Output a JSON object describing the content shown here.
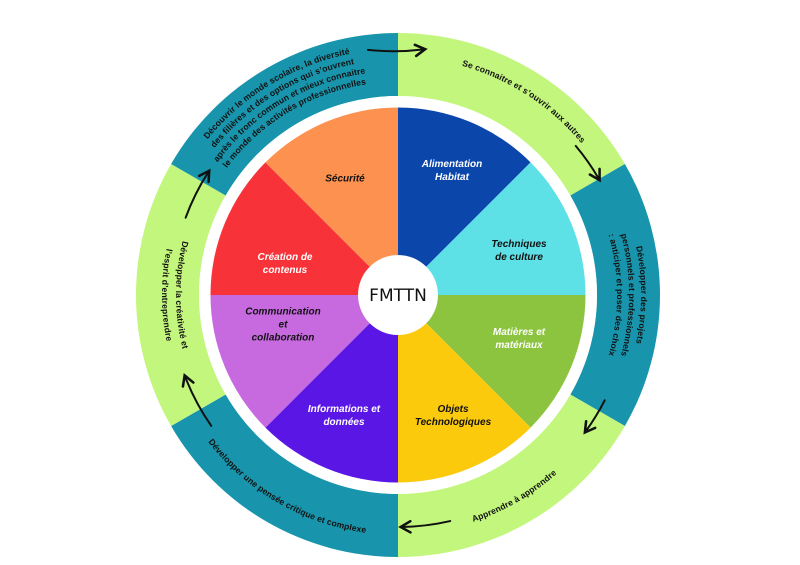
{
  "diagram": {
    "center_label": "FMTTN",
    "colors": {
      "ring_teal": "#1895ac",
      "ring_green": "#c3f67c",
      "arrow": "#111111",
      "center_fill": "#ffffff"
    },
    "outer_ring": [
      {
        "color": "#c3f67c",
        "lines": [
          "Se connaitre et s’ouvrir aux autres"
        ]
      },
      {
        "color": "#1895ac",
        "lines": [
          "Développer des projets",
          "personnels et professionnels",
          ": anticiper et poser des choix"
        ]
      },
      {
        "color": "#c3f67c",
        "lines": [
          "Apprendre à apprendre"
        ]
      },
      {
        "color": "#1895ac",
        "lines": [
          "Développer une pensée critique et complexe"
        ]
      },
      {
        "color": "#c3f67c",
        "lines": [
          "Développer la créativité et",
          "l’esprit d’entreprendre"
        ]
      },
      {
        "color": "#1895ac",
        "lines": [
          "Découvrir le monde scolaire, la diversité",
          "des filières et des options qui s’ouvrent",
          "après le tronc commun et mieux connaitre",
          "le monde des activités professionnelles"
        ]
      }
    ],
    "pie_segments": [
      {
        "color": "#0b46ab",
        "text_color": "#ffffff",
        "lines": [
          "Alimentation",
          "Habitat"
        ]
      },
      {
        "color": "#5ee0e7",
        "text_color": "#111111",
        "lines": [
          "Techniques",
          "de culture"
        ]
      },
      {
        "color": "#8cc43f",
        "text_color": "#ffffff",
        "lines": [
          "Matières et",
          "matériaux"
        ]
      },
      {
        "color": "#fbca0c",
        "text_color": "#111111",
        "lines": [
          "Objets",
          "Technologiques"
        ]
      },
      {
        "color": "#5a16e5",
        "text_color": "#ffffff",
        "lines": [
          "Informations et",
          "données"
        ]
      },
      {
        "color": "#c76ae0",
        "text_color": "#111111",
        "lines": [
          "Communication",
          "et",
          "collaboration"
        ]
      },
      {
        "color": "#f73339",
        "text_color": "#ffffff",
        "lines": [
          "Création de",
          "contenus"
        ]
      },
      {
        "color": "#fd914f",
        "text_color": "#111111",
        "lines": [
          "Sécurité"
        ]
      }
    ]
  }
}
